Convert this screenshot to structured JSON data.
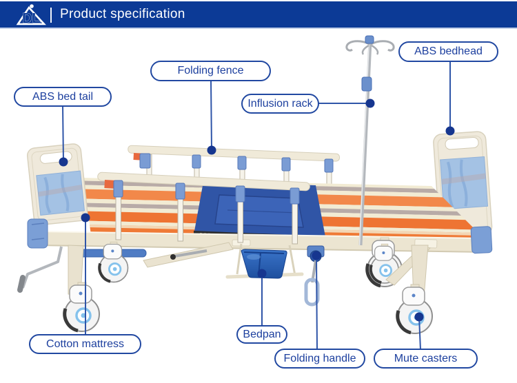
{
  "header": {
    "logo": {
      "icon": "triangle-dl-logo",
      "text": "DL"
    },
    "title": "Product specification",
    "bar_color": "#0c3a96"
  },
  "callouts": [
    {
      "id": "abs-bed-tail",
      "label": "ABS bed tail"
    },
    {
      "id": "folding-fence",
      "label": "Folding fence"
    },
    {
      "id": "influsion-rack",
      "label": "Influsion rack"
    },
    {
      "id": "abs-bedhead",
      "label": "ABS bedhead"
    },
    {
      "id": "cotton-mattress",
      "label": "Cotton mattress"
    },
    {
      "id": "bedpan",
      "label": "Bedpan"
    },
    {
      "id": "folding-handle",
      "label": "Folding handle"
    },
    {
      "id": "mute-casters",
      "label": "Mute casters"
    }
  ],
  "colors": {
    "header_bar": "#0c3a96",
    "callout_border": "#2148a1",
    "callout_text": "#1c3f9e",
    "callout_line": "#2f55a8",
    "callout_dot": "#16368f",
    "bed_plastic_cream": "#efe9db",
    "bed_plastic_blue": "#7b9fd6",
    "mattress_orange": "#ee7433",
    "mattress_gray": "#b8aba7",
    "mattress_cream": "#f2ebd3",
    "pad_blue": "#3055a6",
    "bedpan_blue": "#2e6cc0",
    "caster_hub_blue": "#85c2ec"
  }
}
